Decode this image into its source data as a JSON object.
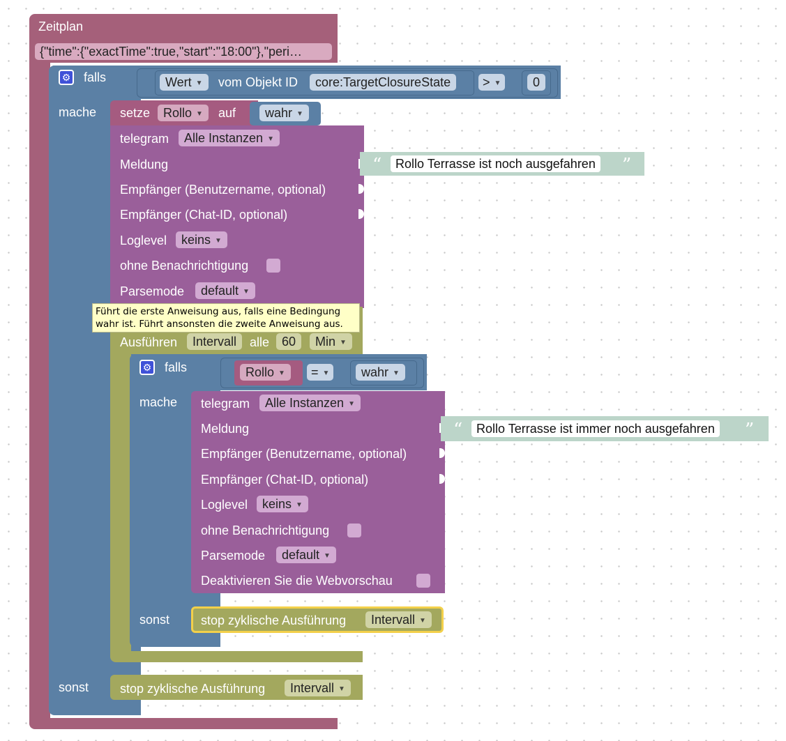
{
  "schedule": {
    "title": "Zeitplan",
    "cron": "{\"time\":{\"exactTime\":true,\"start\":\"18:00\"},\"peri…"
  },
  "if1": {
    "if_label": "falls",
    "do_label": "mache",
    "else_label": "sonst",
    "condition": {
      "value_dropdown": "Wert",
      "of_object_label": "vom Objekt ID",
      "object_id": "core:TargetClosureState",
      "operator": ">",
      "number": "0"
    }
  },
  "set_var": {
    "label": "setze",
    "variable": "Rollo",
    "to_label": "auf",
    "value": "wahr"
  },
  "telegram1": {
    "label": "telegram",
    "instance": "Alle Instanzen",
    "message_label": "Meldung",
    "message_text": "Rollo Terrasse ist noch ausgefahren",
    "recipient_user_label": "Empfänger (Benutzername, optional)",
    "recipient_chat_label": "Empfänger (Chat-ID, optional)",
    "loglevel_label": "Loglevel",
    "loglevel": "keins",
    "silent_label": "ohne Benachrichtigung",
    "parsemode_label": "Parsemode",
    "parsemode": "default"
  },
  "tooltip": {
    "text": "Führt die erste Anweisung aus, falls eine Bedingung wahr ist. Führt ansonsten die zweite Anweisung aus."
  },
  "interval": {
    "label": "Ausführen",
    "name": "Intervall",
    "every_label": "alle",
    "amount": "60",
    "unit": "Min"
  },
  "if2": {
    "if_label": "falls",
    "do_label": "mache",
    "else_label": "sonst",
    "condition": {
      "variable": "Rollo",
      "operator": "=",
      "value": "wahr"
    }
  },
  "telegram2": {
    "label": "telegram",
    "instance": "Alle Instanzen",
    "message_label": "Meldung",
    "message_text": "Rollo Terrasse ist immer noch ausgefahren",
    "recipient_user_label": "Empfänger (Benutzername, optional)",
    "recipient_chat_label": "Empfänger (Chat-ID, optional)",
    "loglevel_label": "Loglevel",
    "loglevel": "keins",
    "silent_label": "ohne Benachrichtigung",
    "parsemode_label": "Parsemode",
    "parsemode": "default",
    "disable_preview_label": "Deaktivieren Sie die Webvorschau"
  },
  "stop_inner": {
    "label": "stop zyklische Ausführung",
    "name": "Intervall"
  },
  "stop_outer": {
    "label": "stop zyklische Ausführung",
    "name": "Intervall"
  },
  "colors": {
    "schedule": "#a5607a",
    "logic": "#5b80a5",
    "telegram": "#9a5f9a",
    "text": "#bcd5c9",
    "variable": "#a55b80",
    "interval": "#a3a85e",
    "selected": "#f3d04a"
  },
  "icons": {
    "gear": "gear-icon",
    "dropdown": "chevron-down-icon"
  }
}
